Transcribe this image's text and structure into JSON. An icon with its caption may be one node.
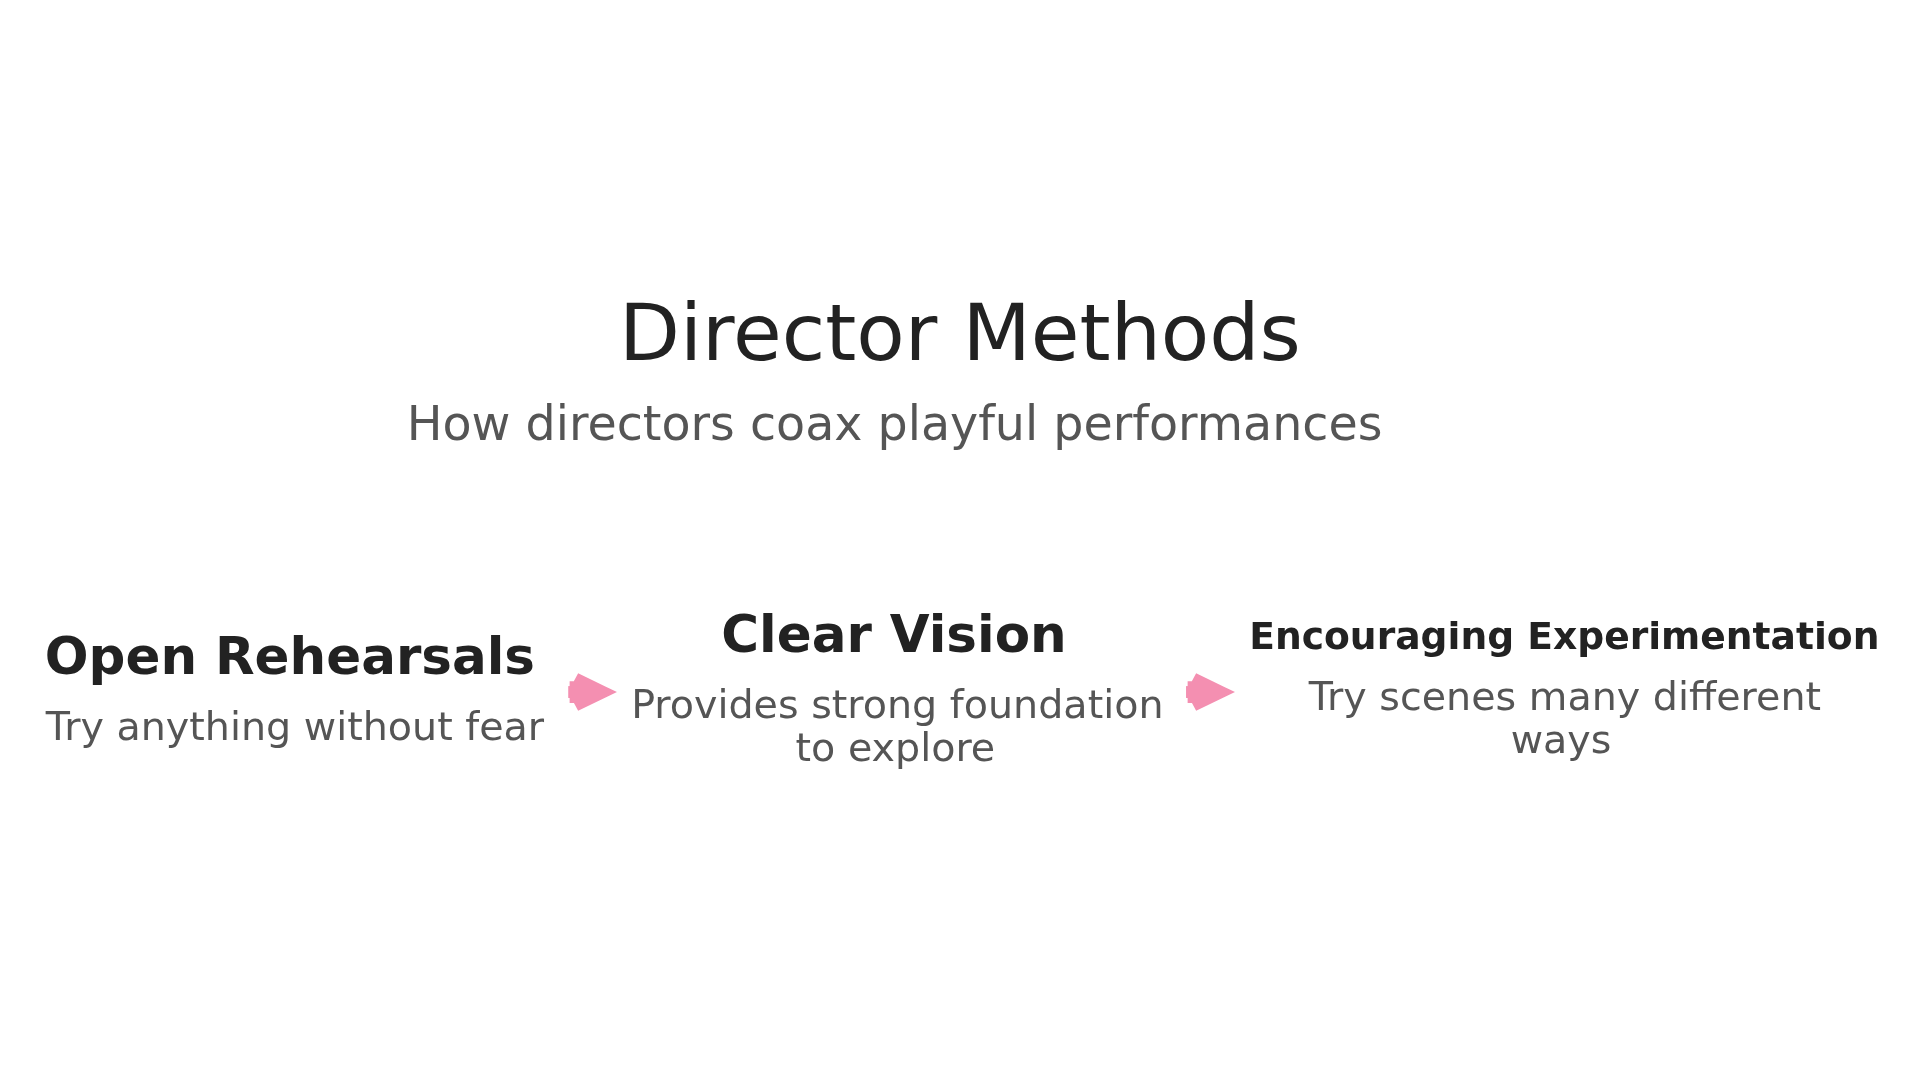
{
  "diagram": {
    "title": "Director Methods",
    "nodes": [
      {
        "text": [
          "Open Rehearsals",
          "Try anything without fear"
        ]
      },
      {
        "text": [
          "Clear Vision",
          "Provides strong foundation to explore"
        ]
      },
      {
        "text": [
          "Encouraging Experimentation",
          "Try scenes many different ways"
        ]
      }
    ],
    "edges": [
      {
        "from": 0,
        "to": 1,
        "arrow": "to"
      },
      {
        "from": 1,
        "to": 2,
        "arrow": "to"
      }
    ],
    "labels": [
      "How directors coax playful performances"
    ]
  }
}
